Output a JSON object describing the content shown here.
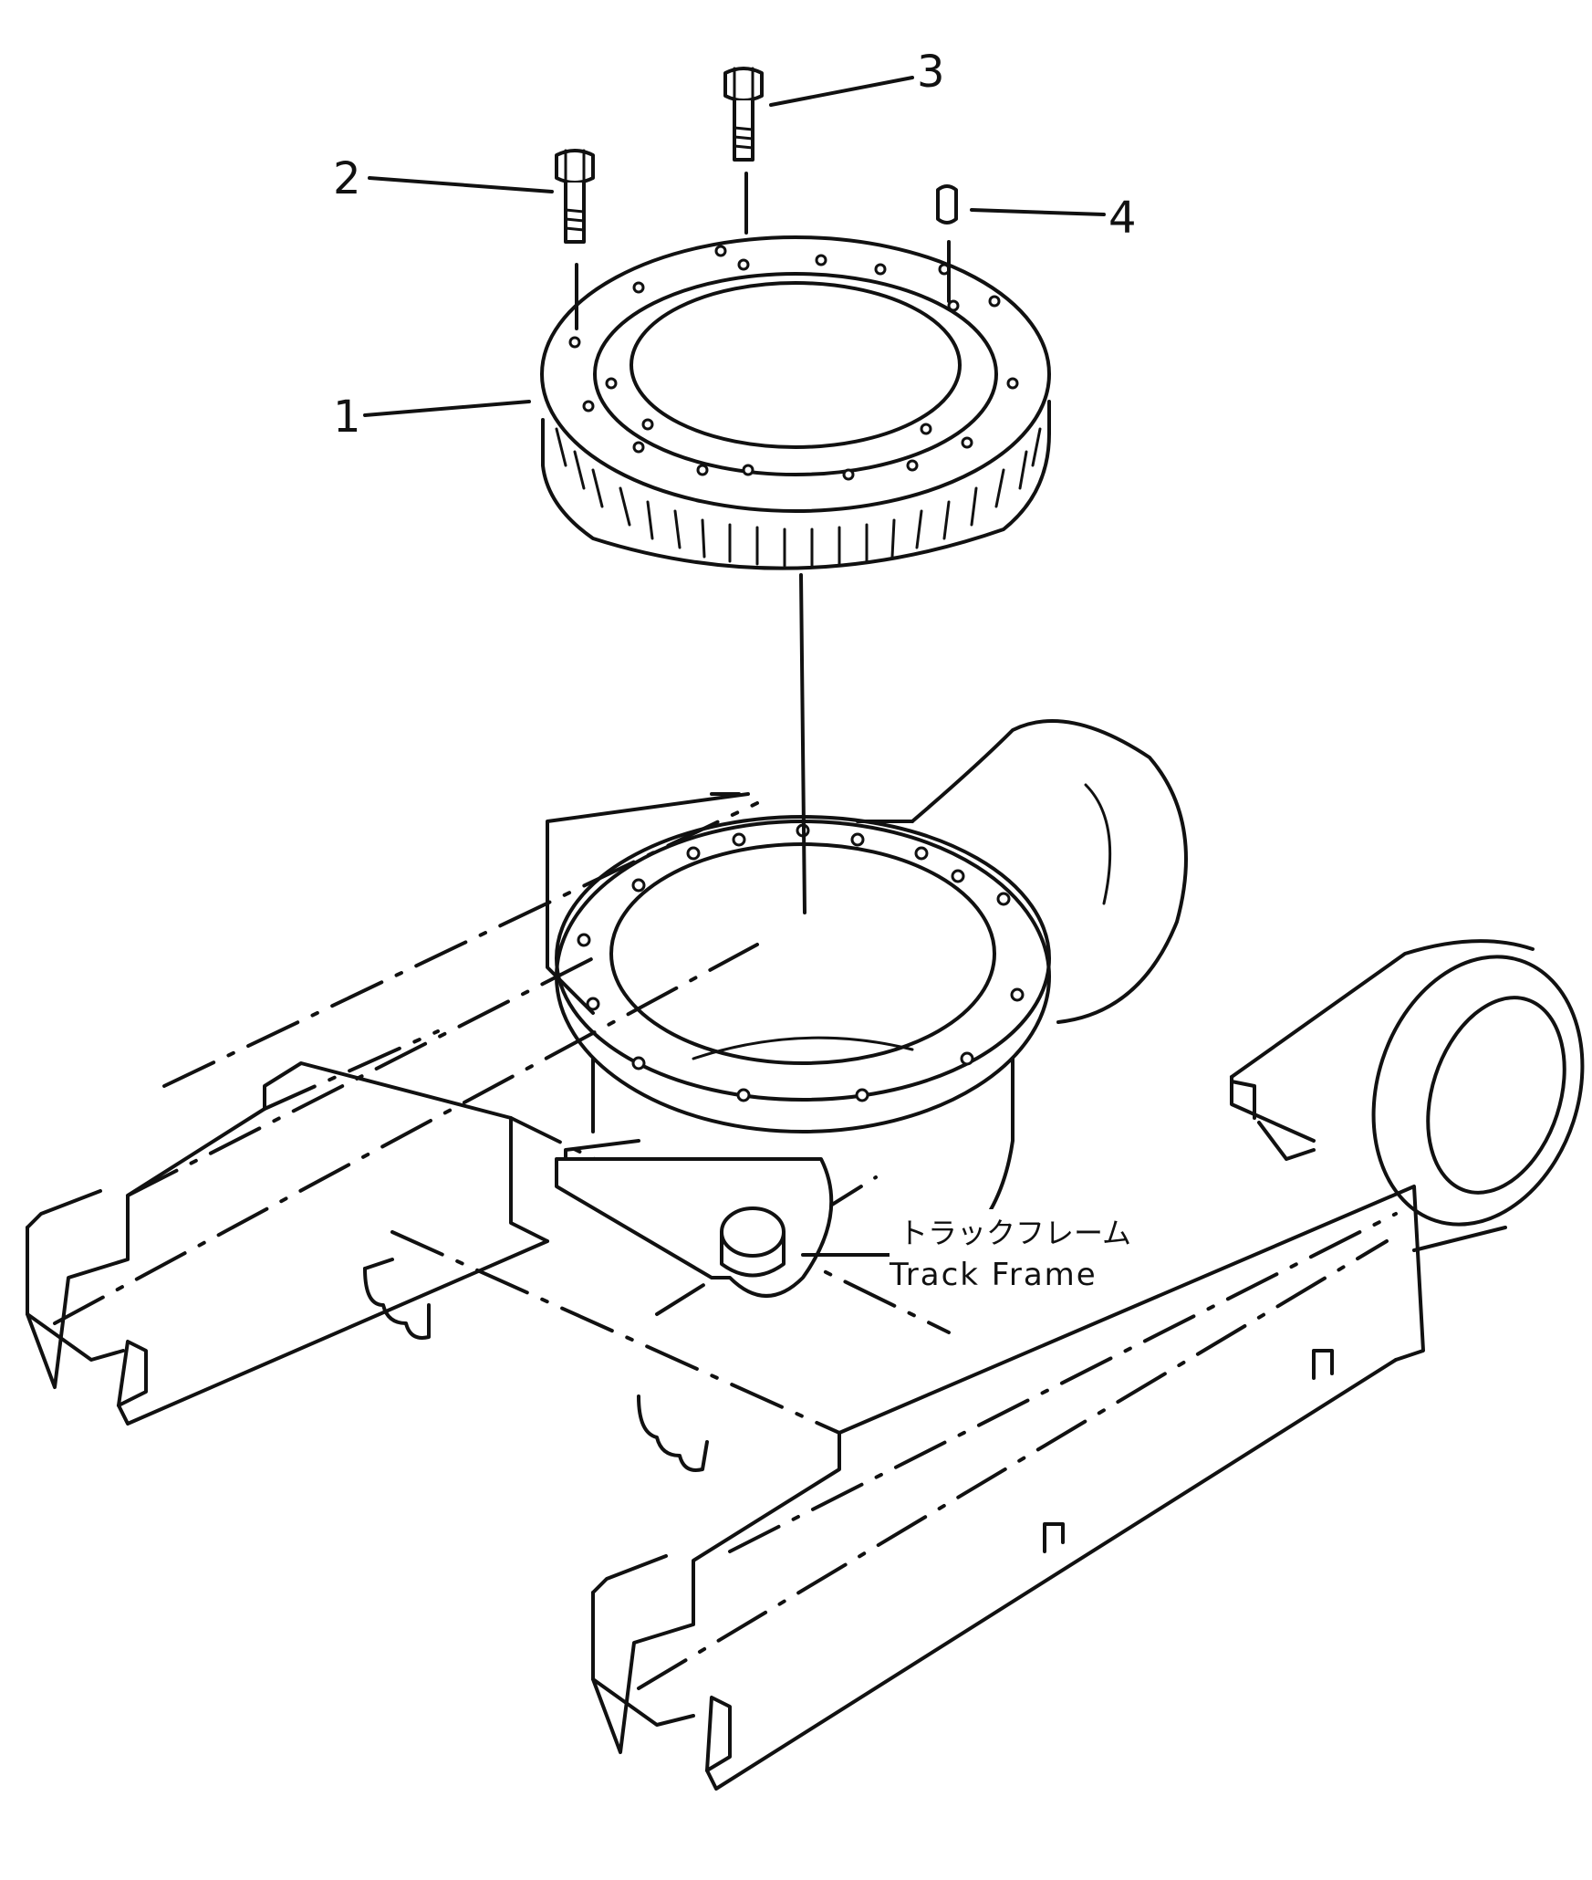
{
  "callouts": [
    {
      "id": "1",
      "label": "1"
    },
    {
      "id": "2",
      "label": "2"
    },
    {
      "id": "3",
      "label": "3"
    },
    {
      "id": "4",
      "label": "4"
    }
  ],
  "track_frame": {
    "label_jp": "トラックフレーム",
    "label_en": "Track Frame"
  },
  "colors": {
    "ink": "#111111",
    "paper": "#ffffff"
  }
}
